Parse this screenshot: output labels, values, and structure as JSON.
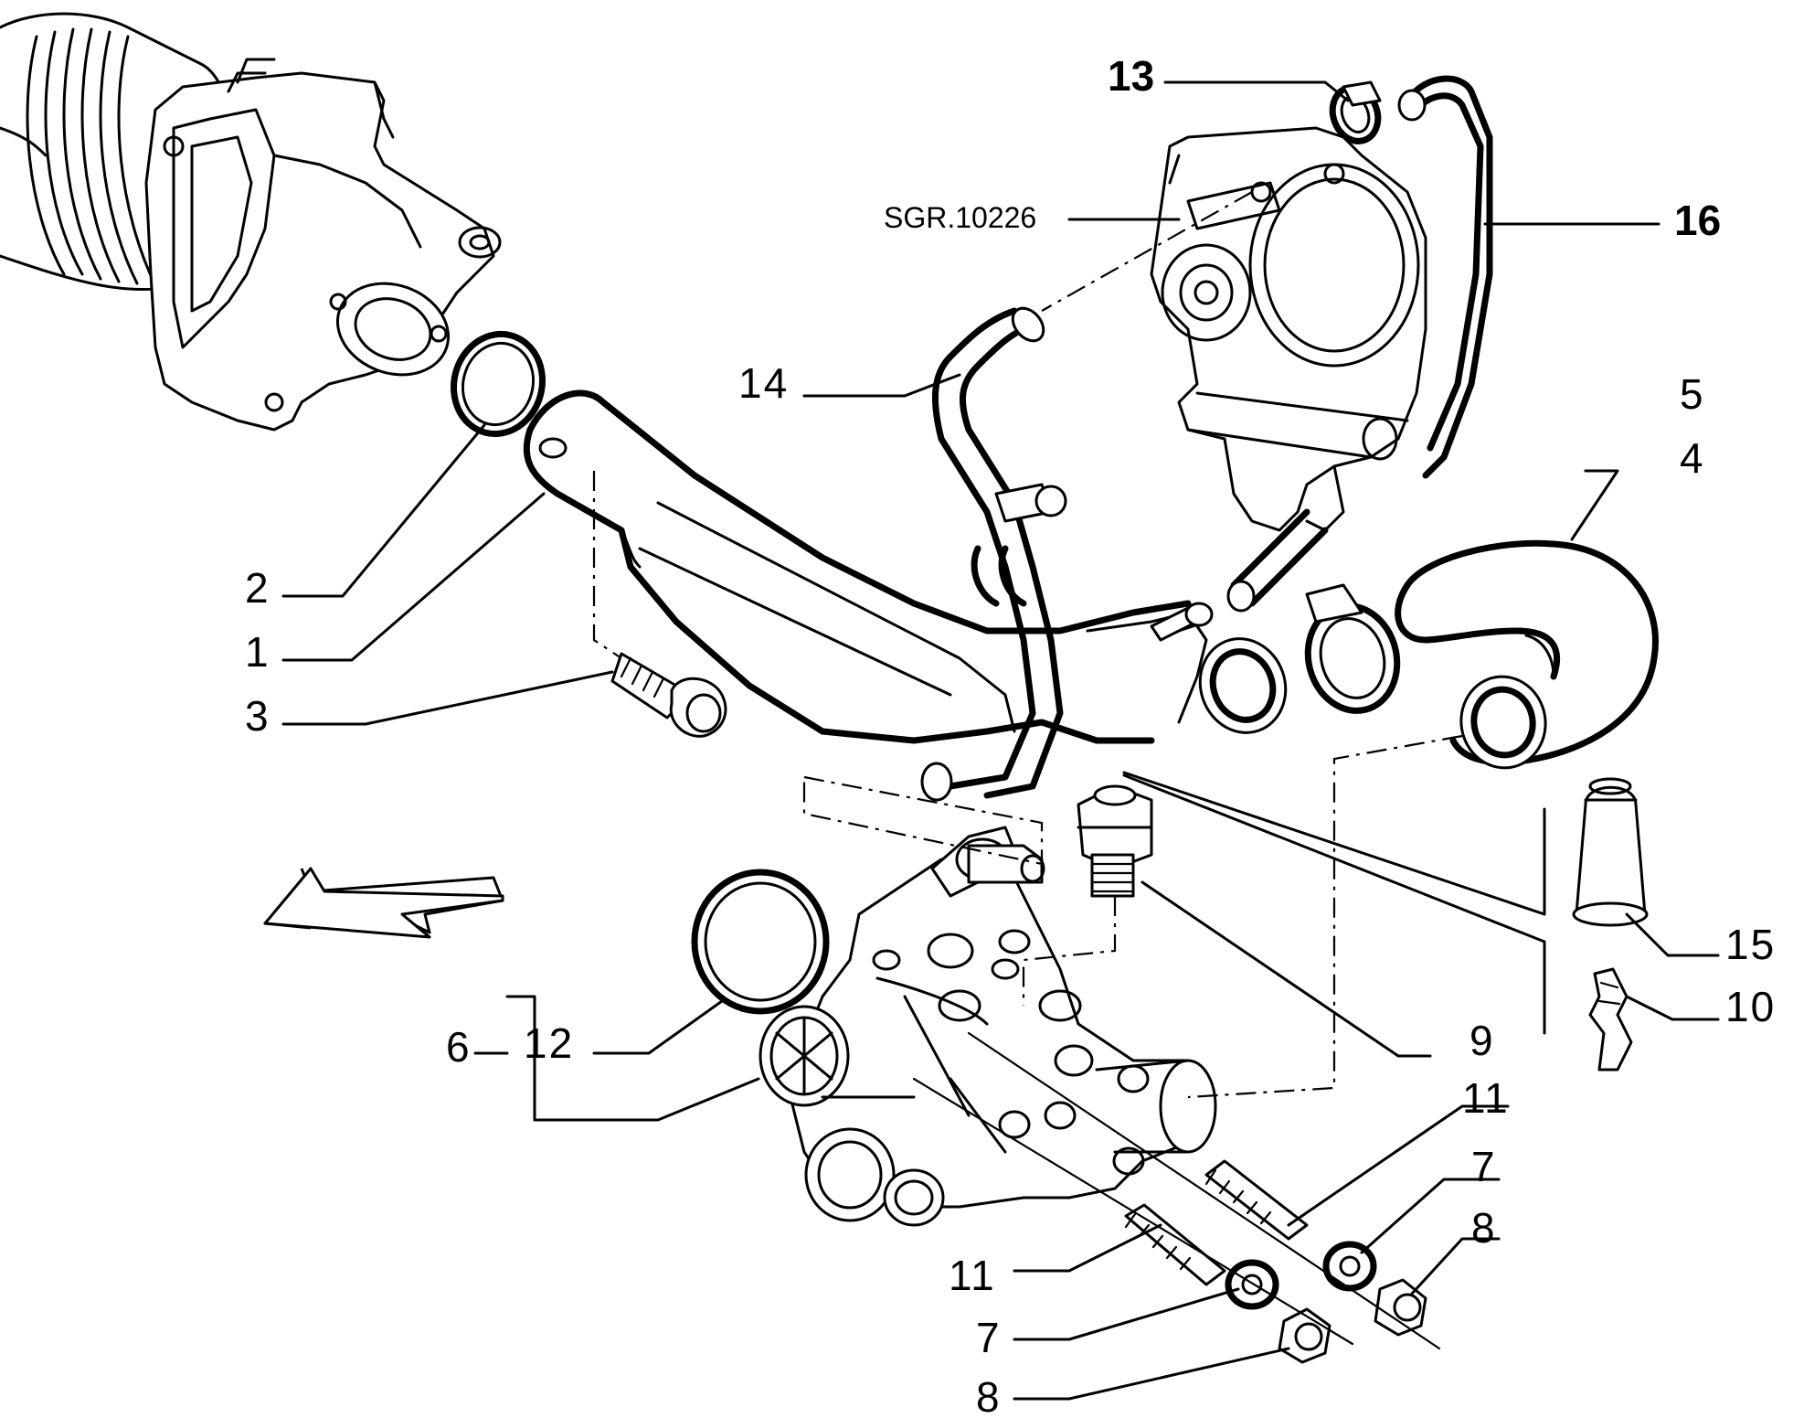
{
  "labels": {
    "p1": "1",
    "p2": "2",
    "p3": "3",
    "p4": "4",
    "p5": "5",
    "p6": "6",
    "p7a": "7",
    "p7b": "7",
    "p8a": "8",
    "p8b": "8",
    "p9": "9",
    "p10": "10",
    "p11a": "11",
    "p11b": "11",
    "p12": "12",
    "p13": "13",
    "p14": "14",
    "p15": "15",
    "p16": "16",
    "ref": "SGR.10226"
  }
}
